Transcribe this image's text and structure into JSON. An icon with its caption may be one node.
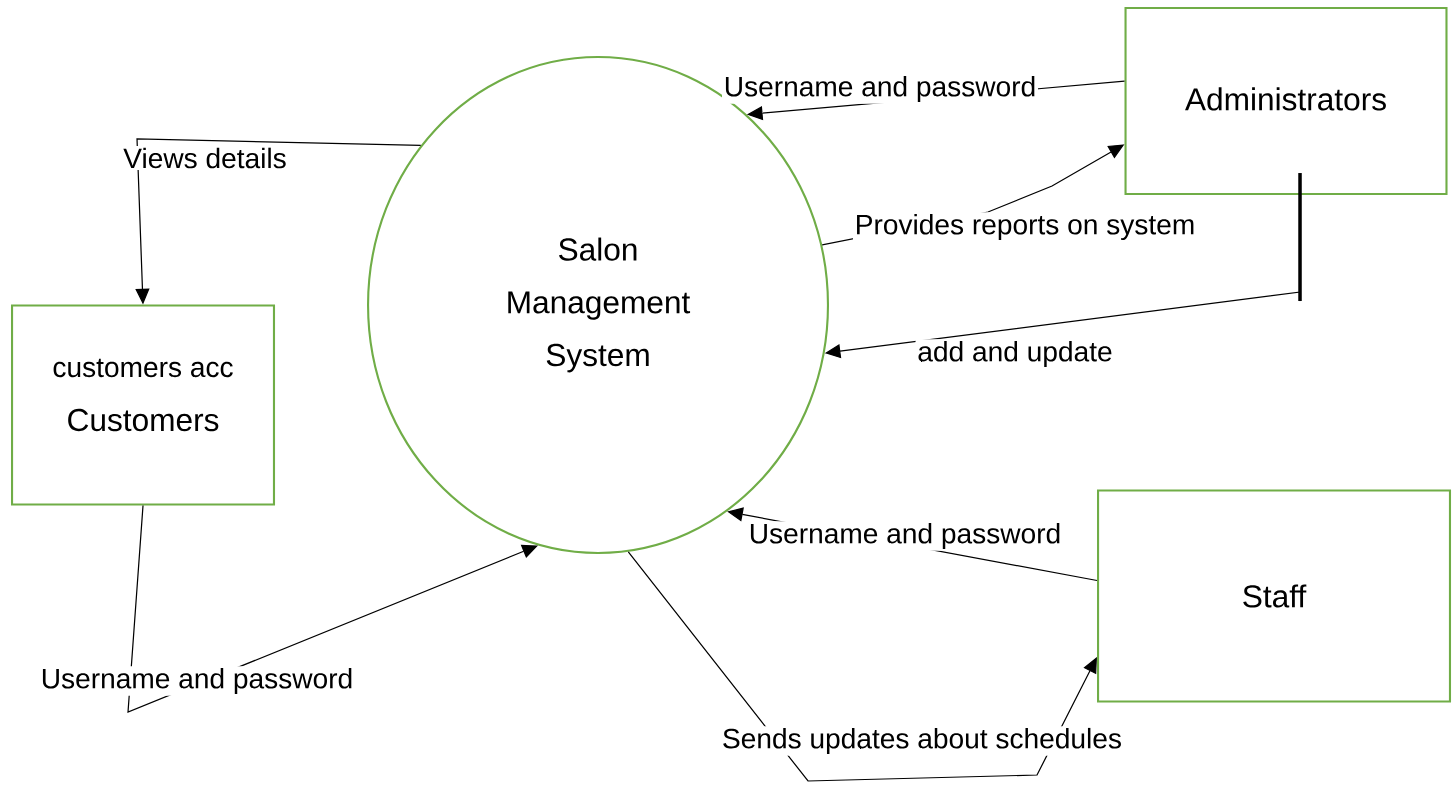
{
  "diagram": {
    "nodes": [
      {
        "text": [
          "Salon Management System"
        ]
      },
      {
        "text": [
          "Administrators"
        ]
      },
      {
        "text": [
          "Customers"
        ]
      },
      {
        "text": [
          "Staff"
        ]
      }
    ],
    "edges": [
      {
        "from": 1,
        "to": 0,
        "arrow": "to",
        "label": "Username and password"
      },
      {
        "from": 0,
        "to": 1,
        "arrow": "to",
        "label": "Provides reports on system"
      },
      {
        "from": 1,
        "to": 0,
        "arrow": "to",
        "label": "add and update"
      },
      {
        "from": 0,
        "to": 2,
        "arrow": "to",
        "label": "Views details"
      },
      {
        "from": 2,
        "to": 0,
        "arrow": "to",
        "label": "Username and password"
      },
      {
        "from": 3,
        "to": 0,
        "arrow": "to",
        "label": "Username and password"
      },
      {
        "from": 0,
        "to": 3,
        "arrow": "to",
        "label": "Sends updates about schedules"
      }
    ],
    "labels": [
      "customers acc"
    ]
  }
}
